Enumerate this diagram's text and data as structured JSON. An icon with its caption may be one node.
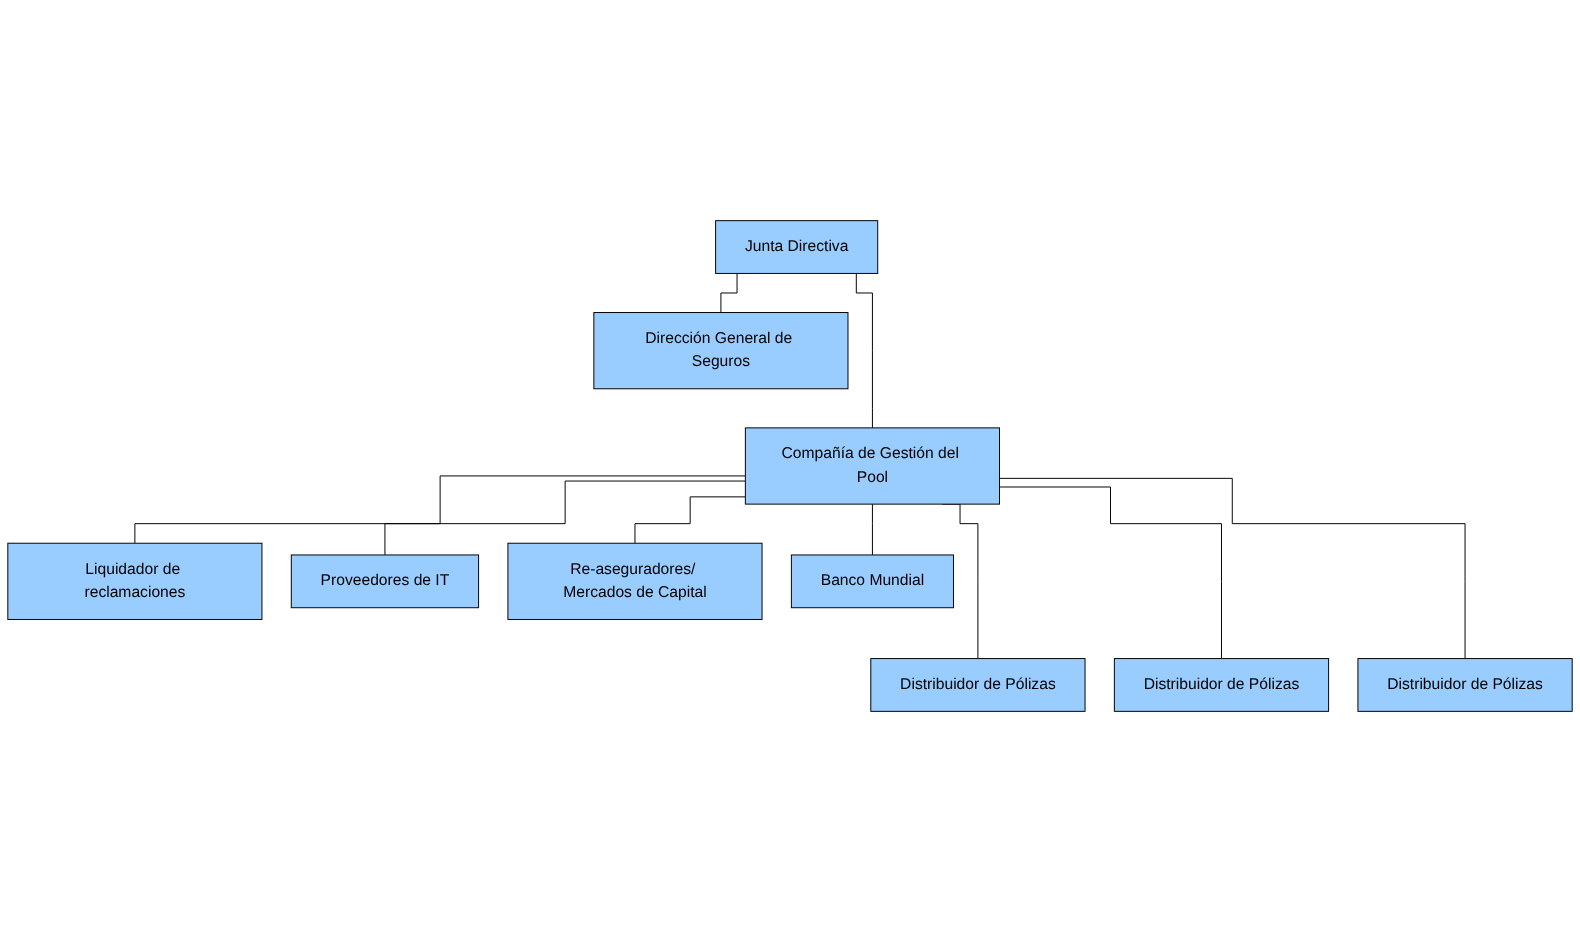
{
  "diagram": {
    "nodes": [
      {
        "text": [
          "Junta Directiva"
        ]
      },
      {
        "text": [
          "Dirección General de Seguros"
        ]
      },
      {
        "text": [
          "Compañía de Gestión del Pool"
        ]
      },
      {
        "text": [
          "Liquidador de reclamaciones"
        ]
      },
      {
        "text": [
          "Proveedores de IT"
        ]
      },
      {
        "text": [
          "Re-aseguradores/ Mercados de Capital"
        ]
      },
      {
        "text": [
          "Banco Mundial"
        ]
      },
      {
        "text": [
          "Distribuidor de Pólizas"
        ]
      },
      {
        "text": [
          "Distribuidor de Pólizas"
        ]
      },
      {
        "text": [
          "Distribuidor de Pólizas"
        ]
      }
    ],
    "edges": [
      {
        "from": 0,
        "to": 1,
        "arrow": "none"
      },
      {
        "from": 0,
        "to": 2,
        "arrow": "none"
      },
      {
        "from": 2,
        "to": 3,
        "arrow": "none"
      },
      {
        "from": 2,
        "to": 4,
        "arrow": "none"
      },
      {
        "from": 2,
        "to": 5,
        "arrow": "none"
      },
      {
        "from": 2,
        "to": 6,
        "arrow": "none"
      },
      {
        "from": 2,
        "to": 7,
        "arrow": "none"
      },
      {
        "from": 2,
        "to": 8,
        "arrow": "none"
      },
      {
        "from": 2,
        "to": 9,
        "arrow": "none"
      }
    ]
  }
}
